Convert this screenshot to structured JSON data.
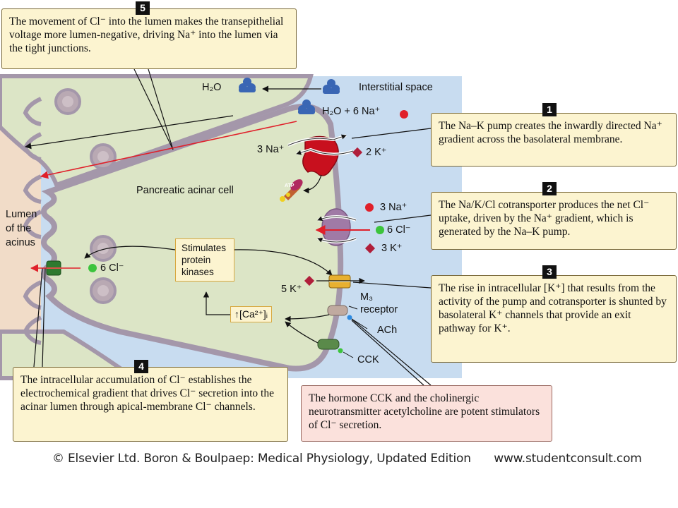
{
  "callouts": {
    "c5": {
      "num": "5",
      "text": "The movement of Cl⁻ into the lumen makes the transepithelial voltage more lumen-negative, driving Na⁺ into the lumen via the tight junctions."
    },
    "c1": {
      "num": "1",
      "text": "The Na–K pump creates the inwardly directed Na⁺ gradient across the basolateral membrane."
    },
    "c2": {
      "num": "2",
      "text": "The Na/K/Cl cotransporter produces the net Cl⁻ uptake, driven by the Na⁺ gradient, which is generated by the Na–K pump."
    },
    "c3": {
      "num": "3",
      "text": "The rise in intracellular [K⁺] that results from the activity of the pump and cotransporter is shunted by basolateral K⁺ channels that provide an exit pathway for K⁺."
    },
    "c4": {
      "num": "4",
      "text": "The intracellular accumulation of Cl⁻ establishes the electrochemical gradient that drives Cl⁻ secretion into the acinar lumen through apical-membrane Cl⁻ channels."
    },
    "pink": {
      "text": "The hormone CCK and the cholinergic neurotransmitter acetylcholine are potent stimulators of Cl⁻ secretion."
    }
  },
  "labels": {
    "interstitial": "Interstitial space",
    "h2o_top": "H₂O",
    "h2o_na": "H₂O + 6 Na⁺",
    "na3_pump": "3 Na⁺",
    "k2": "2 K⁺",
    "atp": "ATP",
    "cell": "Pancreatic acinar cell",
    "lumen": "Lumen of the acinus",
    "na3_co": "3 Na⁺",
    "cl6_co": "6 Cl⁻",
    "k3": "3 K⁺",
    "cl6_apical": "6 Cl⁻",
    "stim": "Stimulates protein kinases",
    "k5": "5 K⁺",
    "m3": "M₃ receptor",
    "ach": "ACh",
    "ca": "↑[Ca²⁺]ᵢ",
    "cck": "CCK"
  },
  "footer": {
    "left": "© Elsevier Ltd. Boron & Boulpaep: Medical Physiology, Updated Edition",
    "right": "www.studentconsult.com"
  },
  "colors": {
    "interstitial": "#c8dcf0",
    "lumen": "#f1dcc8",
    "cell": "#dce5c6",
    "membrane": "#a497aa",
    "callout": "#fcf4d0",
    "pink_callout": "#fbe1dc",
    "sodium": "#e0202a",
    "chloride": "#3cc43c",
    "potassium": "#b01e3a",
    "water": "#3a66b4"
  }
}
